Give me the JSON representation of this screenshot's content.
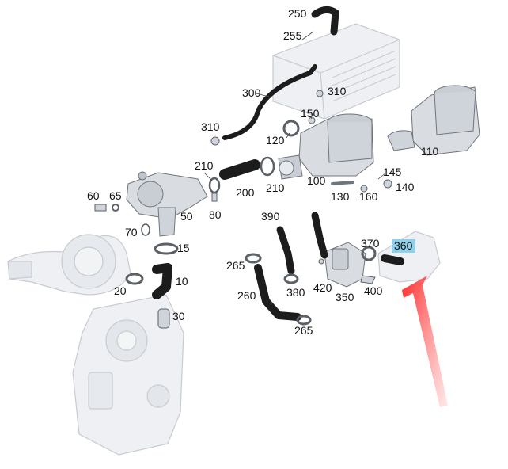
{
  "diagram": {
    "highlight_color": "#8fd0ea",
    "arrow_color": "#e01010",
    "hose_color": "#1c1c1c",
    "housing_color": "#d9dde2",
    "highlighted_part": "360",
    "labels": {
      "l250": "250",
      "l255": "255",
      "l300": "300",
      "l310a": "310",
      "l310b": "310",
      "l150": "150",
      "l120": "120",
      "l110": "110",
      "l210a": "210",
      "l210b": "210",
      "l200": "200",
      "l100": "100",
      "l130": "130",
      "l160": "160",
      "l145": "145",
      "l140": "140",
      "l60": "60",
      "l65": "65",
      "l50": "50",
      "l80": "80",
      "l70": "70",
      "l15": "15",
      "l10": "10",
      "l20": "20",
      "l30": "30",
      "l390": "390",
      "l370": "370",
      "l360": "360",
      "l265a": "265",
      "l265b": "265",
      "l260": "260",
      "l380": "380",
      "l420": "420",
      "l350": "350",
      "l400": "400"
    }
  }
}
